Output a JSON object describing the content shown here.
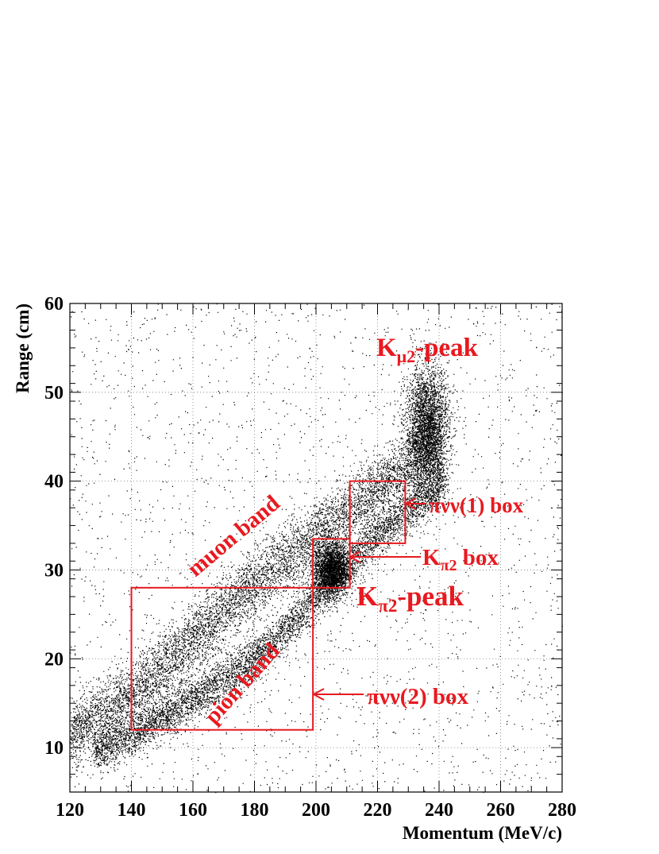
{
  "chart_data": {
    "type": "scatter",
    "title": "",
    "xlabel": "Momentum (MeV/c)",
    "ylabel": "Range (cm)",
    "xlim": [
      120,
      280
    ],
    "ylim": [
      5,
      60
    ],
    "x_ticks": [
      120,
      140,
      160,
      180,
      200,
      220,
      240,
      260,
      280
    ],
    "y_ticks": [
      10,
      20,
      30,
      40,
      50,
      60
    ],
    "grid": true,
    "point_color": "#000000",
    "annotation_color": "#e8191f",
    "series": [
      {
        "kind": "band",
        "points": [
          [
            120,
            11.5
          ],
          [
            140,
            16
          ],
          [
            160,
            22
          ],
          [
            180,
            28.5
          ],
          [
            200,
            34
          ],
          [
            220,
            39
          ],
          [
            235,
            43
          ],
          [
            240,
            44
          ]
        ],
        "spread": 1.9,
        "density": 7000
      },
      {
        "kind": "band",
        "points": [
          [
            128,
            9.5
          ],
          [
            140,
            11.5
          ],
          [
            160,
            15.5
          ],
          [
            180,
            20
          ],
          [
            195,
            25
          ],
          [
            205,
            29
          ],
          [
            220,
            34
          ],
          [
            235,
            38
          ],
          [
            242,
            40
          ]
        ],
        "spread": 1.2,
        "density": 6000
      },
      {
        "kind": "cluster",
        "center": [
          205,
          30
        ],
        "spread": [
          2.8,
          1.5
        ],
        "density": 2600
      },
      {
        "kind": "cluster",
        "center": [
          236,
          46
        ],
        "spread": [
          3.5,
          3.5
        ],
        "density": 3200
      },
      {
        "kind": "background",
        "density": 2200
      }
    ],
    "boxes": [
      {
        "name": "pnn2-box",
        "x": [
          140,
          199
        ],
        "y": [
          12,
          28
        ]
      },
      {
        "name": "kpi2-box",
        "x": [
          199,
          211
        ],
        "y": [
          28,
          33.5
        ]
      },
      {
        "name": "pnn1-box",
        "x": [
          211,
          229
        ],
        "y": [
          33,
          40
        ]
      }
    ],
    "labels": {
      "kmu2_peak": {
        "main": "K",
        "sub": "μ2",
        "rest": "-peak"
      },
      "kpi2_peak": {
        "main": "K",
        "sub": "π2",
        "rest": "-peak"
      },
      "kpi2_box": {
        "main": "K",
        "sub": "π2",
        "rest": " box"
      },
      "pnn1_box": "πνν(1) box",
      "pnn2_box": "πνν(2) box",
      "muon_band": "muon band",
      "pion_band": "pion band"
    }
  }
}
